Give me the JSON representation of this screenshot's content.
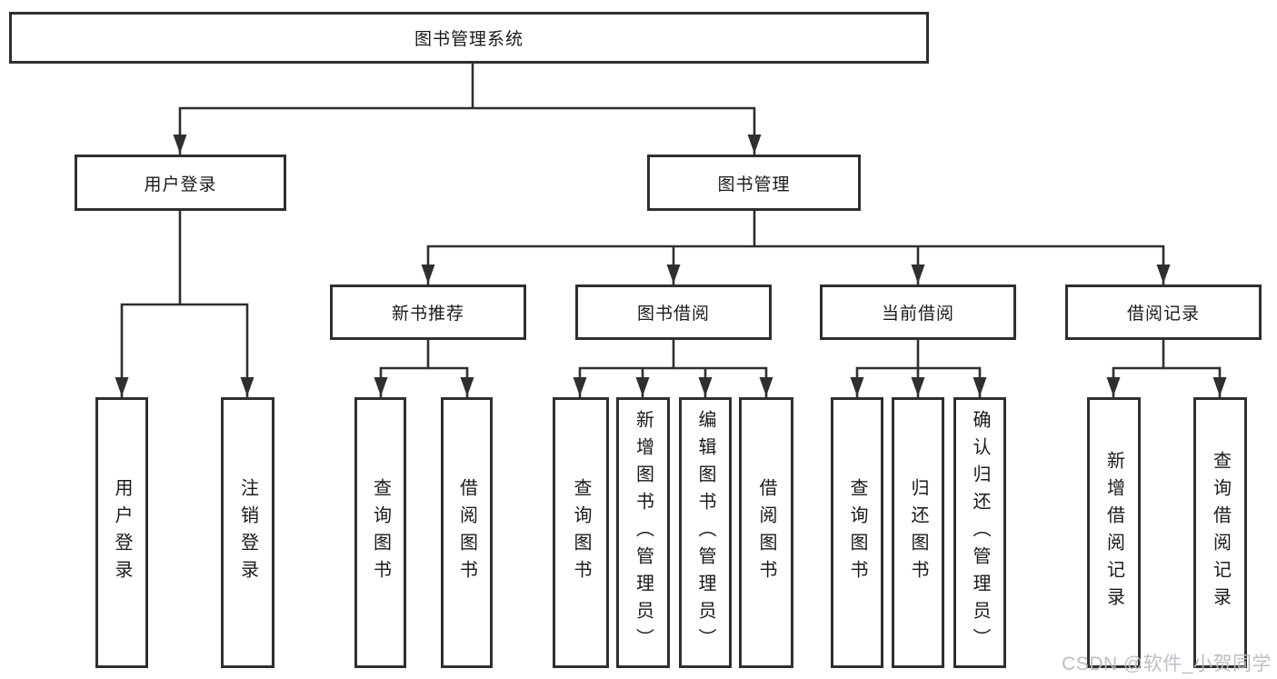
{
  "tree": {
    "root": {
      "label": "图书管理系统"
    },
    "l2": [
      {
        "label": "用户登录"
      },
      {
        "label": "图书管理"
      }
    ],
    "l3": [
      {
        "label": "新书推荐"
      },
      {
        "label": "图书借阅"
      },
      {
        "label": "当前借阅"
      },
      {
        "label": "借阅记录"
      }
    ],
    "leaves": [
      {
        "label": "用户登录"
      },
      {
        "label": "注销登录"
      },
      {
        "label": "查询图书"
      },
      {
        "label": "借阅图书"
      },
      {
        "label": "查询图书"
      },
      {
        "label": "新增图书（管理员）"
      },
      {
        "label": "编辑图书（管理员）"
      },
      {
        "label": "借阅图书"
      },
      {
        "label": "查询图书"
      },
      {
        "label": "归还图书"
      },
      {
        "label": "确认归还（管理员）"
      },
      {
        "label": "新增借阅记录"
      },
      {
        "label": "查询借阅记录"
      }
    ]
  },
  "watermark": {
    "text": "CSDN @软件_小贺同学"
  },
  "colors": {
    "line": "#2f2f2f",
    "box_border": "#2f2f2f",
    "box_background": "#ffffff",
    "text": "#1a1a1a",
    "watermark_text": "#b6bcc1",
    "background": "#ffffff"
  }
}
